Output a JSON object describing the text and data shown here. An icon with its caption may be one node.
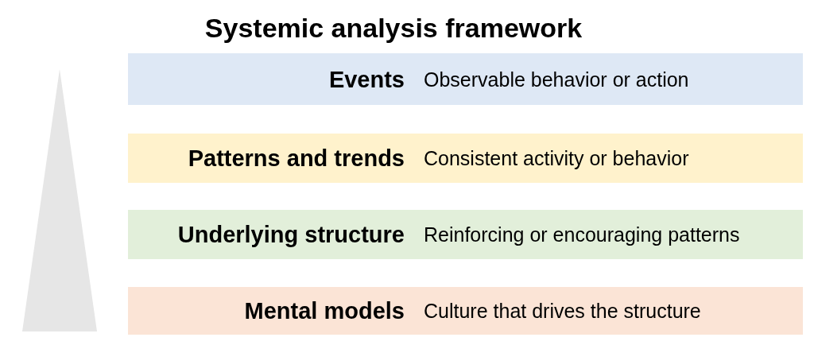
{
  "diagram": {
    "title": "Systemic analysis framework",
    "nodes": [
      {
        "text": [
          "Events",
          "Observable behavior or action"
        ]
      },
      {
        "text": [
          "Patterns and trends",
          "Consistent activity or behavior"
        ]
      },
      {
        "text": [
          "Underlying structure",
          "Reinforcing or encouraging patterns"
        ]
      },
      {
        "text": [
          "Mental models",
          "Culture that drives the structure"
        ]
      },
      {
        "text": [],
        "shape": "triangle"
      }
    ]
  }
}
